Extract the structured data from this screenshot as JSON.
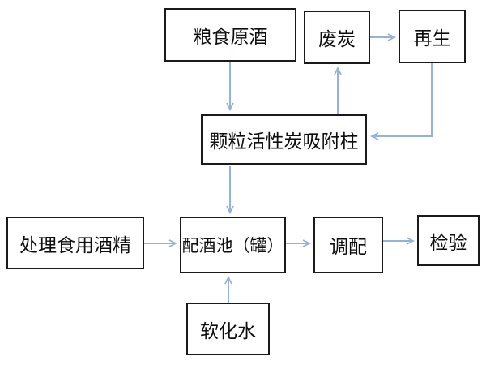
{
  "diagram": {
    "background_color": "#ffffff",
    "box_border_color": "#1a1a1a",
    "box_fill_color": "#ffffff",
    "text_color": "#0d0d0d",
    "arrow_color": "#95b3d7",
    "nodes": [
      {
        "id": "grain-raw-wine",
        "label": "粮食原酒"
      },
      {
        "id": "waste-carbon",
        "label": "废炭"
      },
      {
        "id": "regeneration",
        "label": "再生"
      },
      {
        "id": "activated-carbon-column",
        "label": "颗粒活性炭吸附柱"
      },
      {
        "id": "treated-edible-alcohol",
        "label": "处理食用酒精"
      },
      {
        "id": "blending-tank",
        "label": "配酒池（罐）"
      },
      {
        "id": "blending",
        "label": "调配"
      },
      {
        "id": "inspection",
        "label": "检验"
      },
      {
        "id": "softened-water",
        "label": "软化水"
      }
    ],
    "edges": [
      {
        "from": "grain-raw-wine",
        "to": "waste-carbon",
        "note": "via column top, downward arrow",
        "shape": "straight-vertical-down"
      },
      {
        "from": "activated-carbon-column",
        "to": "waste-carbon",
        "shape": "straight-vertical-up"
      },
      {
        "from": "waste-carbon",
        "to": "regeneration",
        "shape": "straight-horizontal-right"
      },
      {
        "from": "regeneration",
        "to": "activated-carbon-column",
        "shape": "elbow-down-left"
      },
      {
        "from": "activated-carbon-column",
        "to": "blending-tank",
        "shape": "straight-vertical-down"
      },
      {
        "from": "treated-edible-alcohol",
        "to": "blending-tank",
        "shape": "straight-horizontal-right"
      },
      {
        "from": "blending-tank",
        "to": "blending",
        "shape": "straight-horizontal-right"
      },
      {
        "from": "blending",
        "to": "inspection",
        "shape": "straight-horizontal-right"
      },
      {
        "from": "softened-water",
        "to": "blending-tank",
        "shape": "straight-vertical-up"
      }
    ]
  }
}
